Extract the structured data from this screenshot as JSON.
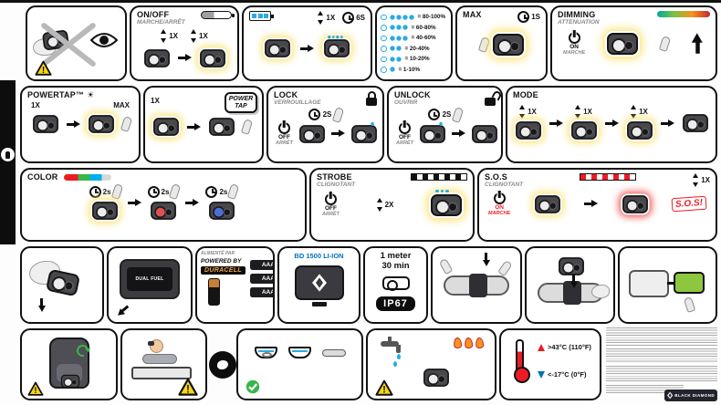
{
  "icons": {
    "sun": "☀",
    "exclam": "!"
  },
  "brand": {
    "name": "BLACK DIAMOND"
  },
  "row1": {
    "onoff": {
      "title": "ON/OFF",
      "subtitle": "MARCHE/ARRÊT",
      "press1": "1X",
      "press2": "1X"
    },
    "hold": {
      "press": "1X",
      "duration": "6S"
    },
    "legend": {
      "rows": [
        {
          "dots": 4,
          "label": "= 80-100%"
        },
        {
          "dots": 3,
          "label": "= 60-80%"
        },
        {
          "dots": 3,
          "label": "= 40-60%"
        },
        {
          "dots": 2,
          "label": "= 20-40%"
        },
        {
          "dots": 2,
          "label": "= 10-20%"
        },
        {
          "dots": 1,
          "label": "= 1-10%"
        }
      ]
    },
    "max": {
      "title": "MAX",
      "duration": "1S"
    },
    "dimming": {
      "title": "DIMMING",
      "subtitle": "ATTENUATION",
      "state": "ON",
      "state_fr": "MARCHE"
    }
  },
  "row2": {
    "powertap": {
      "title": "POWERTAP™",
      "press1": "1X",
      "max_label": "MAX",
      "press2": "1X",
      "badge": "POWER TAP"
    },
    "lock": {
      "title": "LOCK",
      "subtitle": "VERROUILLAGE",
      "duration": "2S",
      "state": "OFF",
      "state_fr": "ARRÊT"
    },
    "unlock": {
      "title": "UNLOCK",
      "subtitle": "OUVRIR",
      "duration": "2S",
      "state": "OFF",
      "state_fr": "ARRÊT"
    },
    "mode": {
      "title": "MODE",
      "press1": "1X",
      "press2": "1X",
      "press3": "1X"
    }
  },
  "row3": {
    "color": {
      "title": "COLOR",
      "hold1": "2s",
      "hold2": "2s",
      "hold3": "2s"
    },
    "strobe": {
      "title": "STROBE",
      "subtitle": "CLIGNOTANT",
      "state": "OFF",
      "state_fr": "ARRÊT",
      "press": "2X"
    },
    "sos": {
      "title": "S.O.S",
      "subtitle": "CLIGNOTANT",
      "press": "1X",
      "state": "ON",
      "state_fr": "MARCHE",
      "alert": "S.O.S!"
    }
  },
  "row4": {
    "door_label": "DUAL FUEL",
    "powered": {
      "fr": "ALIMENTÉ PAR",
      "en": "POWERED BY",
      "brand": "DURACELL"
    },
    "aaa": [
      "AAA",
      "AAA",
      "AAA"
    ],
    "bd_battery": "BD 1500 LI-ION",
    "rating": {
      "line1": "1 meter",
      "line2": "30 min",
      "badge": "IP67"
    }
  },
  "row5": {
    "temp": {
      "high": ">43°C (110°F)",
      "low": "<-17°C (0°F)"
    }
  }
}
